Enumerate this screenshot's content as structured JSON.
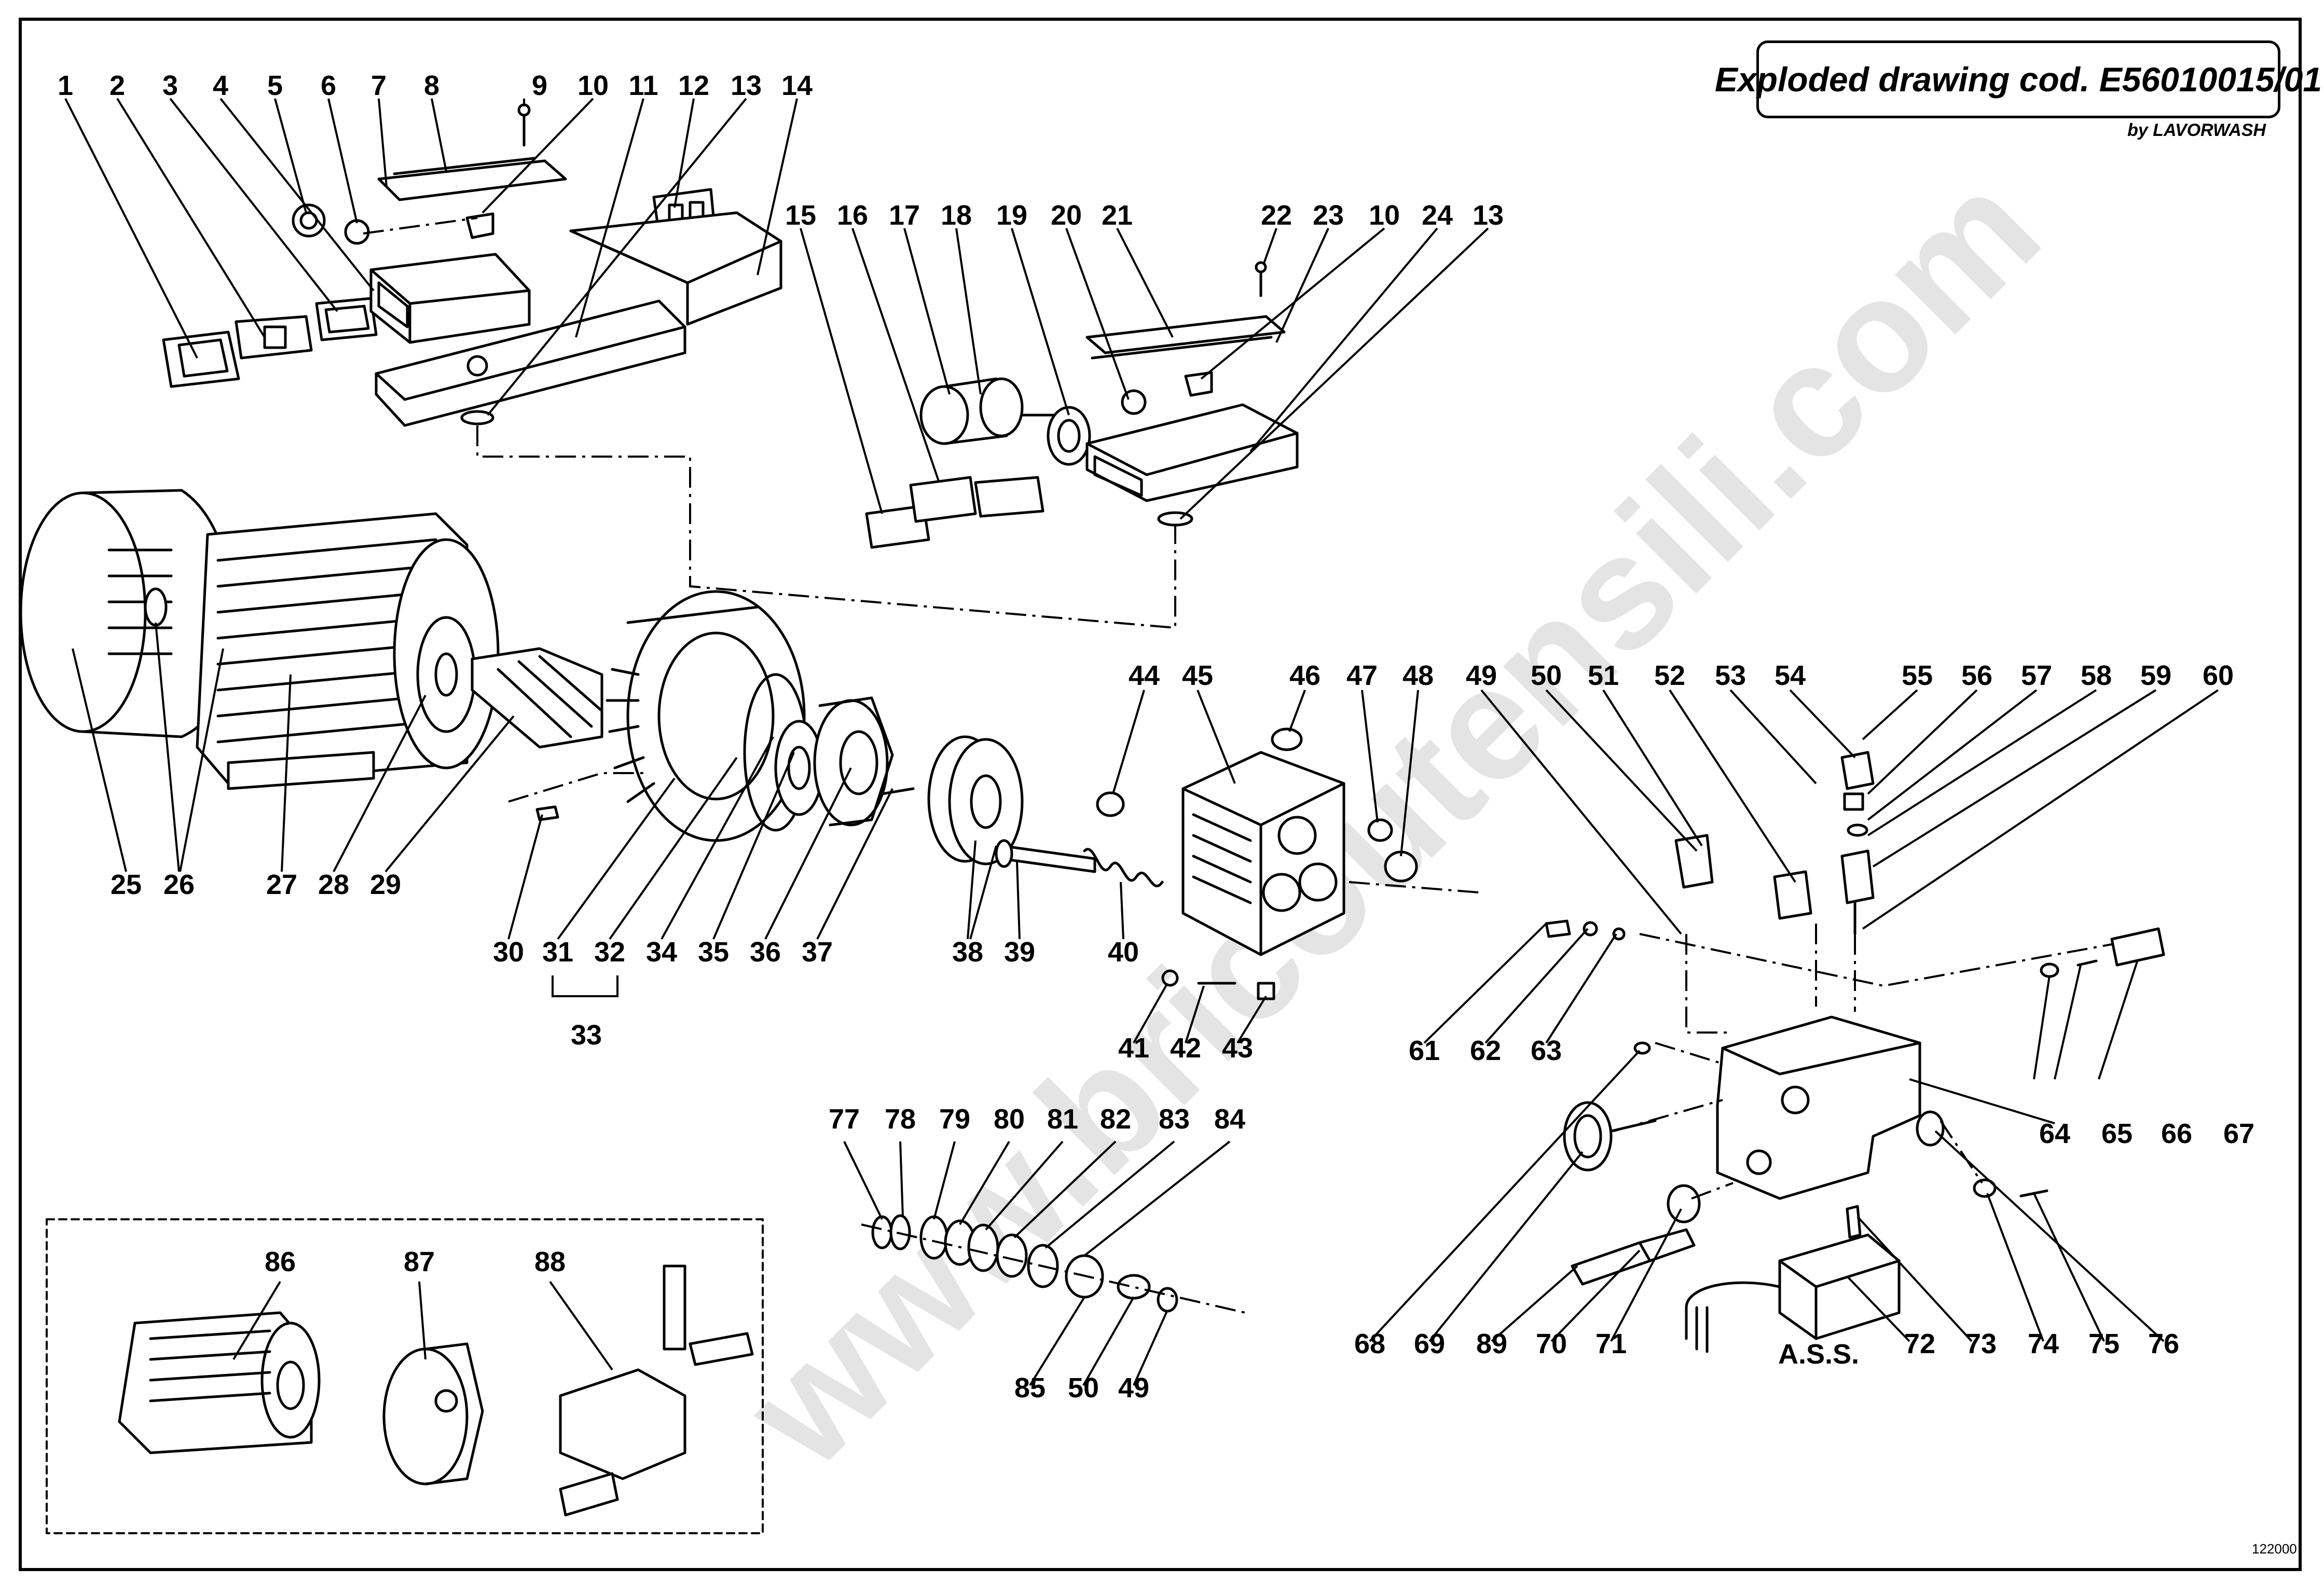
{
  "title": "Exploded drawing cod. E56010015/01",
  "subtitle": "by LAVORWASH",
  "drawing_number": "122000",
  "watermark": "www.bricoutensili.com",
  "group_label": "A.S.S.",
  "callouts": [
    "1",
    "2",
    "3",
    "4",
    "5",
    "6",
    "7",
    "8",
    "9",
    "10",
    "11",
    "12",
    "13",
    "14",
    "15",
    "16",
    "17",
    "18",
    "19",
    "20",
    "21",
    "22",
    "23",
    "10",
    "24",
    "13",
    "25",
    "26",
    "27",
    "28",
    "29",
    "30",
    "31",
    "32",
    "34",
    "35",
    "36",
    "37",
    "38",
    "39",
    "40",
    "33",
    "44",
    "45",
    "46",
    "47",
    "48",
    "41",
    "42",
    "43",
    "49",
    "50",
    "51",
    "52",
    "53",
    "54",
    "55",
    "56",
    "57",
    "58",
    "59",
    "60",
    "61",
    "62",
    "63",
    "64",
    "65",
    "66",
    "67",
    "68",
    "69",
    "89",
    "70",
    "71",
    "72",
    "73",
    "74",
    "75",
    "76",
    "77",
    "78",
    "79",
    "80",
    "81",
    "82",
    "83",
    "84",
    "85",
    "50",
    "49",
    "86",
    "87",
    "88"
  ]
}
